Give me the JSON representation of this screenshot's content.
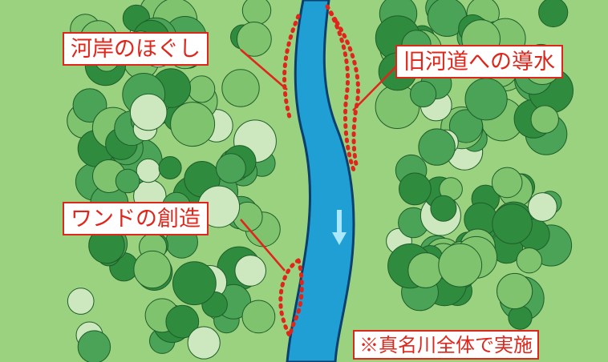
{
  "labels": {
    "bank_loosening": "河岸のほぐし",
    "old_channel_inflow": "旧河道への導水",
    "wando_creation": "ワンドの創造",
    "note": "※真名川全体で実施"
  },
  "colors": {
    "grass": "#9bd27f",
    "river": "#1f9fd3",
    "river_edge": "#0a3f6e",
    "accent_red": "#e0261b",
    "tree_dark": "#2f8b3e",
    "tree_mid": "#4aa356",
    "tree_light": "#7fc36f",
    "tree_pale": "#cde8bf"
  },
  "icons": {
    "flow_direction": "down-arrow-icon"
  }
}
